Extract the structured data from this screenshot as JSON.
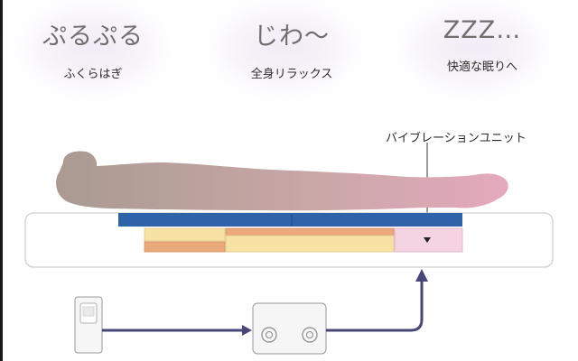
{
  "effects": [
    {
      "title": "ぷるぷる",
      "subtitle": "ふくらはぎ"
    },
    {
      "title": "じわ～",
      "subtitle": "全身リラックス"
    },
    {
      "title": "ZZZ…",
      "subtitle": "快適な眠りへ"
    }
  ],
  "callout": {
    "label": "バイブレーションユニット"
  },
  "colors": {
    "body_start": "#a99a92",
    "body_end": "#e4a9bd",
    "top_layer": "#2e63a9",
    "cushion_yellow": "#f7e2a3",
    "cushion_orange": "#e9a97a",
    "unit_pink": "#f4d3e2",
    "arrow": "#4a4778"
  },
  "icons": [
    "remote-controller-icon",
    "controller-box-icon",
    "arrow-down-icon"
  ]
}
